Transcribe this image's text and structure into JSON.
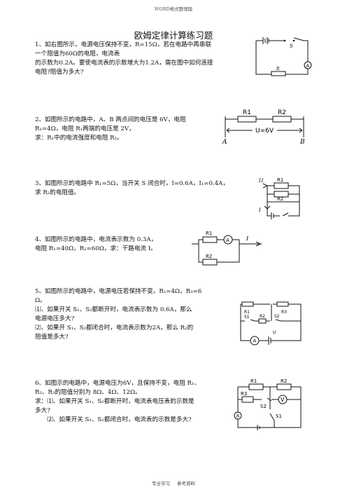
{
  "header": "WORD格式整理版",
  "title": "欧姆定律计算练习题",
  "questions": [
    {
      "lines": [
        "1、如右图所示，电源电压保持不变，R=15Ω，若在电路中再串联",
        "一个阻值为60Ω的电阻，电流表",
        "的示数为0.2A。要使电流表的示数增大为1.2A，需在图中如何连接",
        "电阻?阻值为多大?"
      ],
      "figure_labels": {
        "switch": "S",
        "ammeter": "A",
        "resistor": "R"
      }
    },
    {
      "lines": [
        "2、如图所示的电路中，A、B 两点间的电压是 6V，电阻",
        "R₁=4Ω，电阻 R₁两端的电压是 2V，",
        "求：R₁中的电流强度和电阻 R₂。"
      ],
      "figure_labels": {
        "r1": "R1",
        "r2": "R2",
        "voltage": "U=6V",
        "a": "A",
        "b": "B"
      }
    },
    {
      "lines": [
        "3、如图所示的电路中 R₁=5Ω，当开关 S 闭合时，I=0.6A，I₁=0.4A，",
        "求 R₂的电阻值。"
      ],
      "figure_labels": {
        "i1": "I1",
        "r1": "R1",
        "r2": "R2",
        "i": "I"
      }
    },
    {
      "lines": [
        "4、如图所示的电路中，电流表示数为 0.3A，",
        "电阻 R₁=40Ω，R₂=60Ω，求：干路电流 I。"
      ],
      "figure_labels": {
        "r1": "R1",
        "r2": "R2",
        "ammeter": "A",
        "i": "I"
      }
    },
    {
      "lines": [
        "5、如图所示的电路中，电源电压若保持不变。R₁=4Ω，R₃=6",
        "Ω。",
        "⑴、如果开关 S₁、S₂都断开时，电流表示数为 0.6A，那么",
        "电源电压多大?",
        "⑵、如果开 S₁、S₂都闭合时，电流表示数为2A，那么 R₂的",
        "阻值是多大?"
      ],
      "figure_labels": {
        "r1": "R1",
        "r3": "R3",
        "s1": "S1",
        "r2": "R2",
        "s2": "S2",
        "ammeter": "A",
        "voltage": "U"
      }
    },
    {
      "lines": [
        "6、如图示的电路中，电源电压为6V，且保持不变，电阻 R₁、",
        "R₂、R₃的阻值分别为 8Ω、4Ω、12Ω。",
        "求：⑴、如果开关 S₁、S₂都断开时，电流表电压表的示数是",
        "多大?",
        "　　⑵、如果开关 S₁、S₂都闭合时，电流表的示数是多大?"
      ],
      "figure_labels": {
        "r1": "R1",
        "r2": "R2",
        "r3": "R3",
        "s1": "S1",
        "s2": "S2",
        "voltmeter": "V",
        "ammeter": "A"
      }
    }
  ],
  "footer": "专业学习 参考资料"
}
